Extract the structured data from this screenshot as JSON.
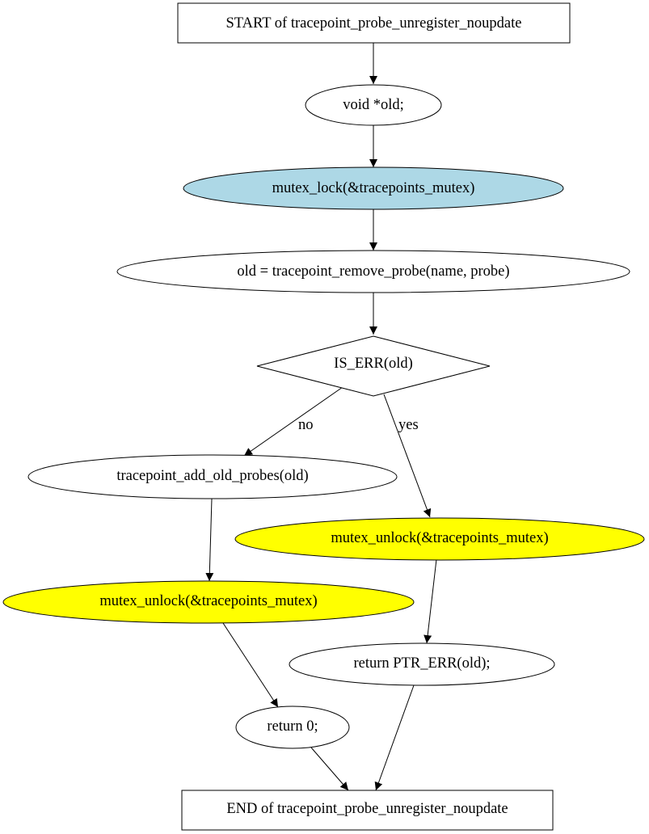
{
  "nodes": {
    "start": {
      "label": "START of tracepoint_probe_unregister_noupdate",
      "shape": "box",
      "fill": "#ffffff"
    },
    "decl_old": {
      "label": "void *old;",
      "shape": "ellipse",
      "fill": "#ffffff"
    },
    "mutex_lock": {
      "label": "mutex_lock(&tracepoints_mutex)",
      "shape": "ellipse",
      "fill": "#add8e6"
    },
    "remove_probe": {
      "label": "old = tracepoint_remove_probe(name, probe)",
      "shape": "ellipse",
      "fill": "#ffffff"
    },
    "is_err": {
      "label": "IS_ERR(old)",
      "shape": "diamond",
      "fill": "#ffffff"
    },
    "add_old_probes": {
      "label": "tracepoint_add_old_probes(old)",
      "shape": "ellipse",
      "fill": "#ffffff"
    },
    "unlock_yes": {
      "label": "mutex_unlock(&tracepoints_mutex)",
      "shape": "ellipse",
      "fill": "#ffff00"
    },
    "unlock_no": {
      "label": "mutex_unlock(&tracepoints_mutex)",
      "shape": "ellipse",
      "fill": "#ffff00"
    },
    "return_ptr_err": {
      "label": "return PTR_ERR(old);",
      "shape": "ellipse",
      "fill": "#ffffff"
    },
    "return_zero": {
      "label": "return 0;",
      "shape": "ellipse",
      "fill": "#ffffff"
    },
    "end": {
      "label": "END of tracepoint_probe_unregister_noupdate",
      "shape": "box",
      "fill": "#ffffff"
    }
  },
  "edges": {
    "no": {
      "label": "no"
    },
    "yes": {
      "label": "yes"
    }
  }
}
